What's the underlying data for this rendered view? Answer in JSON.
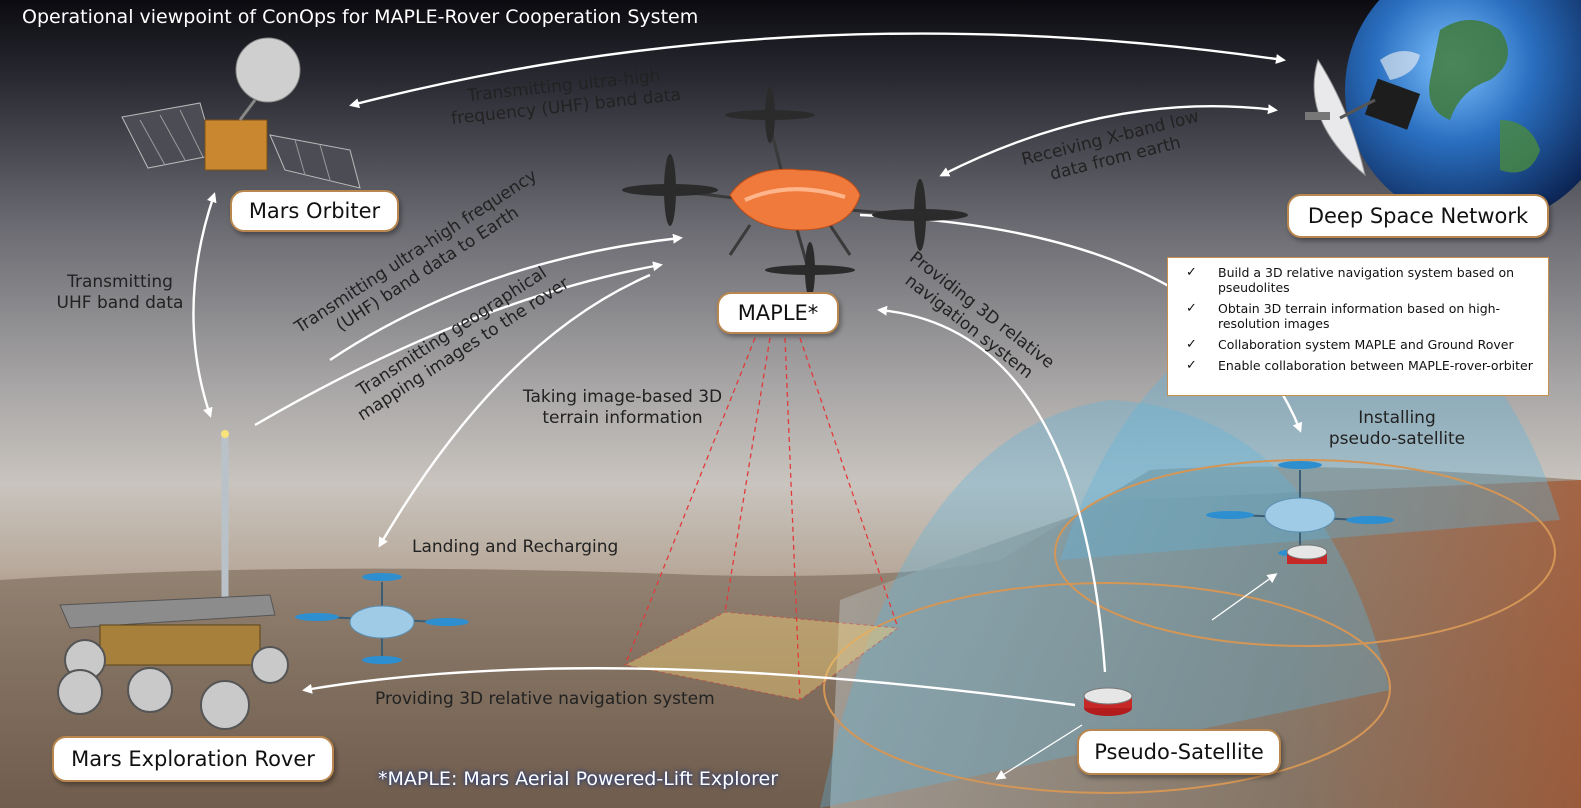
{
  "title": "Operational viewpoint of ConOps for MAPLE-Rover Cooperation System",
  "boxes": {
    "mars_orbiter": "Mars Orbiter",
    "deep_space_network": "Deep Space Network",
    "maple": "MAPLE*",
    "mars_rover": "Mars Exploration Rover",
    "pseudo_satellite": "Pseudo-Satellite"
  },
  "labels": {
    "uhf_orbiter_dsn": [
      "Transmitting ultra-high",
      "frequency (UHF) band data"
    ],
    "xband": [
      "Receiving X-band low",
      "data from earth"
    ],
    "uhf_rover_orbiter": [
      "Transmitting",
      "UHF band data"
    ],
    "uhf_earth": [
      "Transmitting ultra-high frequency",
      "(UHF) band data to Earth"
    ],
    "mapping": [
      "Transmitting geographical",
      "mapping images to the rover"
    ],
    "providing_maple": [
      "Providing 3D relative",
      "navigation system"
    ],
    "taking_image": [
      "Taking image-based 3D",
      "terrain information"
    ],
    "landing": "Landing and Recharging",
    "providing_rover": "Providing 3D relative navigation system",
    "installing": [
      "Installing",
      "pseudo-satellite"
    ]
  },
  "checklist": [
    "Build a 3D relative navigation system based on pseudolites",
    "Obtain 3D terrain information based on high-resolution images",
    "Collaboration system MAPLE and Ground Rover",
    "Enable collaboration between MAPLE-rover-orbiter"
  ],
  "footnote": "*MAPLE: Mars Aerial Powered-Lift Explorer",
  "icons": {
    "orbiter": "satellite-icon",
    "earth": "earth-icon",
    "dish": "dish-antenna-icon",
    "drone": "drone-icon",
    "rover": "rover-icon",
    "pseudolite": "pseudolite-icon",
    "check": "check-icon"
  },
  "colors": {
    "box_border": "#b8864e",
    "arrow": "#ffffff",
    "footprint": "#e23a3a",
    "coverage": "#5fb5de",
    "ellipse": "#d49656",
    "drone_body": "#f07a3c"
  }
}
